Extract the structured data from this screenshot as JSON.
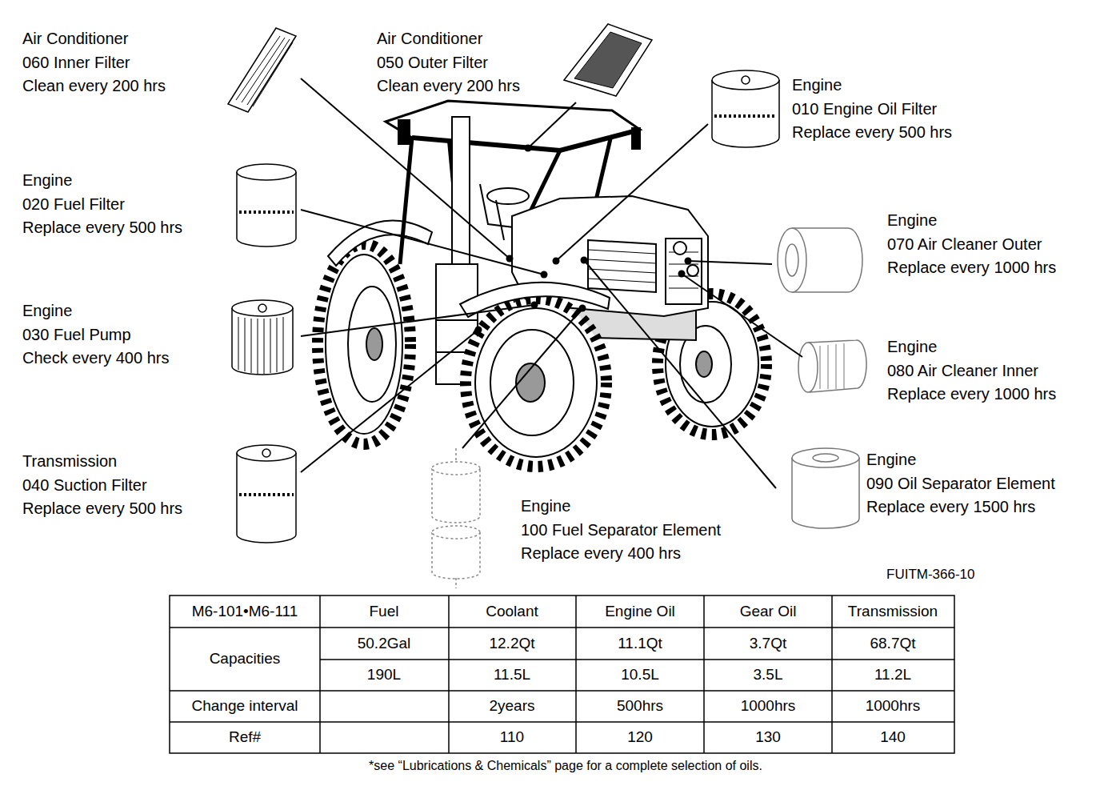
{
  "diagram": {
    "labels": [
      "Air Conditioner",
      "060 Inner Filter",
      "Clean every 200 hrs",
      "Air Conditioner",
      "050 Outer Filter",
      "Clean every 200 hrs",
      "Engine",
      "010 Engine Oil Filter",
      "Replace every 500 hrs",
      "Engine",
      "020 Fuel Filter",
      "Replace every 500 hrs",
      "Engine",
      "070 Air Cleaner Outer",
      "Replace every 1000 hrs",
      "Engine",
      "030 Fuel Pump",
      "Check every 400 hrs",
      "Engine",
      "080 Air Cleaner Inner",
      "Replace every 1000 hrs",
      "Transmission",
      "040 Suction Filter",
      "Replace every 500 hrs",
      "Engine",
      "090 Oil Separator Element",
      "Replace every 1500 hrs",
      "Engine",
      "100 Fuel Separator Element",
      "Replace every 400 hrs",
      "FUITM-366-10",
      "M6-101•M6-111",
      "Fuel",
      "Coolant",
      "Engine Oil",
      "Gear Oil",
      "Transmission",
      "Capacities",
      "50.2Gal",
      "12.2Qt",
      "11.1Qt",
      "3.7Qt",
      "68.7Qt",
      "190L",
      "11.5L",
      "10.5L",
      "3.5L",
      "11.2L",
      "Change interval",
      "2years",
      "500hrs",
      "1000hrs",
      "1000hrs",
      "Ref#",
      "110",
      "120",
      "130",
      "140",
      "*see “Lubrications & Chemicals” page for a complete selection of oils."
    ]
  }
}
